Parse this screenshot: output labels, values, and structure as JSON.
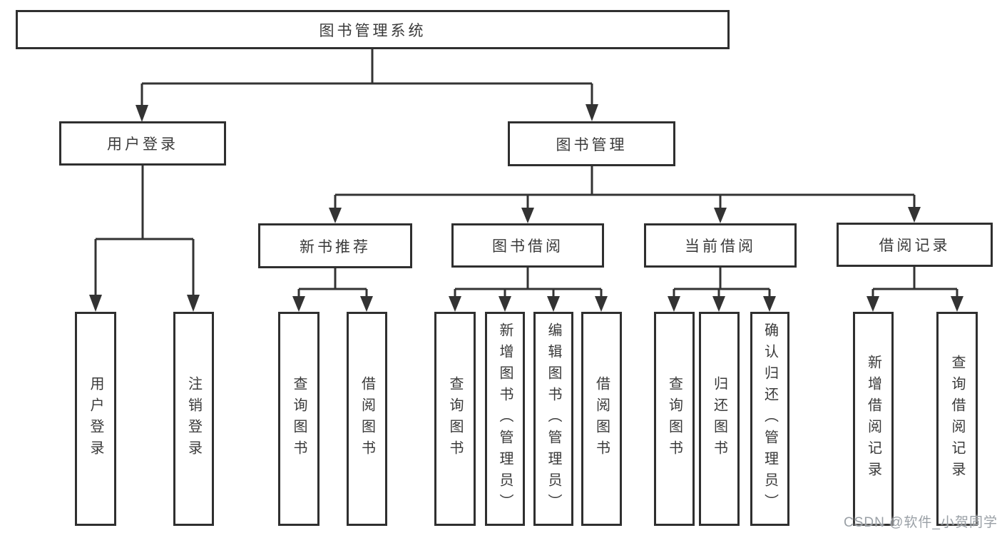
{
  "diagram": {
    "root": {
      "label": "图书管理系统",
      "children": [
        {
          "label": "用户登录",
          "children": [
            {
              "label": "用户登录"
            },
            {
              "label": "注销登录"
            }
          ]
        },
        {
          "label": "图书管理",
          "children": [
            {
              "label": "新书推荐",
              "children": [
                {
                  "label": "查询图书"
                },
                {
                  "label": "借阅图书"
                }
              ]
            },
            {
              "label": "图书借阅",
              "children": [
                {
                  "label": "查询图书"
                },
                {
                  "label": "新增图书（管理员）"
                },
                {
                  "label": "编辑图书（管理员）"
                },
                {
                  "label": "借阅图书"
                }
              ]
            },
            {
              "label": "当前借阅",
              "children": [
                {
                  "label": "查询图书"
                },
                {
                  "label": "归还图书"
                },
                {
                  "label": "确认归还（管理员）"
                }
              ]
            },
            {
              "label": "借阅记录",
              "children": [
                {
                  "label": "新增借阅记录"
                },
                {
                  "label": "查询借阅记录"
                }
              ]
            }
          ]
        }
      ]
    }
  },
  "watermark": {
    "text": "CSDN @软件_小贺同学"
  },
  "colors": {
    "line": "#333333",
    "box_border": "#2f2f2f",
    "text": "#3a3a3a",
    "watermark": "#9aa0a6",
    "background": "#ffffff"
  }
}
